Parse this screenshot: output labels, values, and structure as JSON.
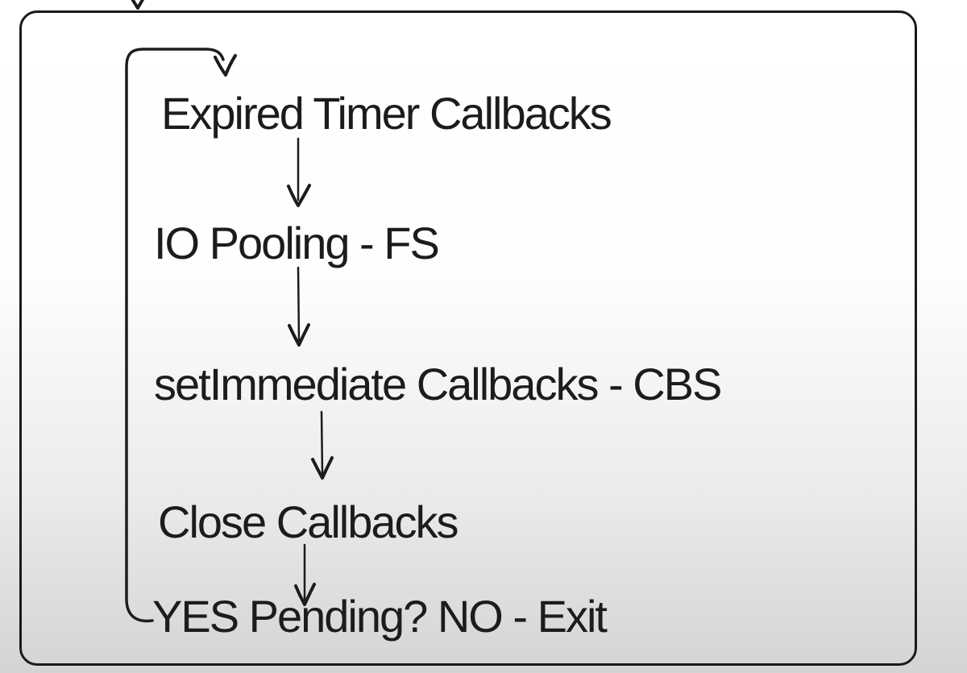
{
  "diagram": {
    "type": "flowchart",
    "steps": [
      "Expired Timer Callbacks",
      "IO Pooling - FS",
      "setImmediate Callbacks - CBS",
      "Close Callbacks",
      "YES Pending? NO - Exit"
    ],
    "colors": {
      "ink": "#1c1c1c",
      "background_top": "#ffffff",
      "background_bottom": "#d4d4d4"
    }
  }
}
